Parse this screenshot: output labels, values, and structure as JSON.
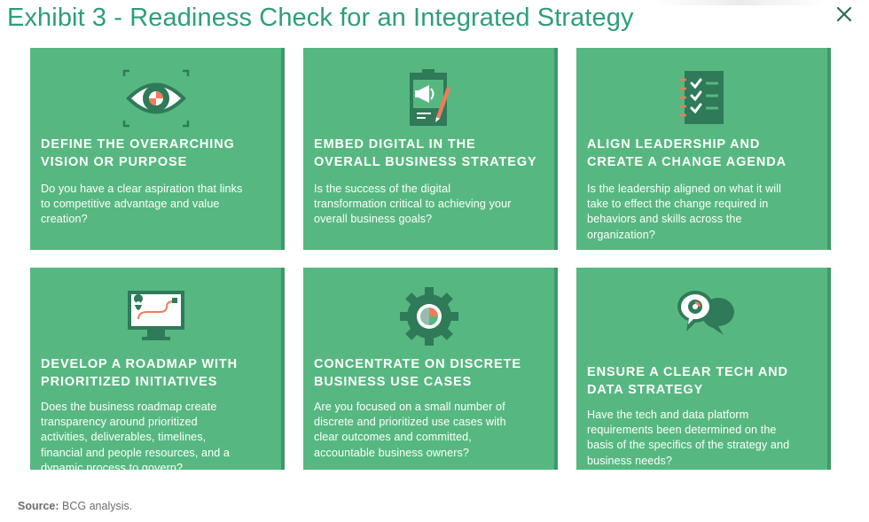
{
  "title": "Exhibit 3 - Readiness Check for an Integrated Strategy",
  "colors": {
    "title": "#2e9e7a",
    "card": "#56b880",
    "card_edge": "#3d9a66",
    "icon_dark": "#2f7a58",
    "accent": "#f07c5a"
  },
  "cards": [
    {
      "icon": "eye-icon",
      "heading_1": "DEFINE THE OVERARCHING",
      "heading_2": "VISION OR PURPOSE",
      "body_1": "Do you have a clear aspiration that links",
      "body_2": "to competitive advantage and value",
      "body_3": "creation?"
    },
    {
      "icon": "clipboard-megaphone-icon",
      "heading_1": "EMBED DIGITAL IN THE",
      "heading_2": "OVERALL BUSINESS STRATEGY",
      "body_1": "Is the success of the digital",
      "body_2": "transformation critical to achieving your",
      "body_3": "overall business goals?"
    },
    {
      "icon": "checklist-icon",
      "heading_1": "ALIGN LEADERSHIP AND",
      "heading_2": "CREATE A CHANGE AGENDA",
      "body_1": "Is the leadership aligned on what it will",
      "body_2": "take to effect the change required in",
      "body_3": "behaviors and skills across the",
      "body_4": "organization?"
    },
    {
      "icon": "roadmap-monitor-icon",
      "heading_1": "DEVELOP A ROADMAP WITH",
      "heading_2": "PRIORITIZED INITIATIVES",
      "body_1": "Does the business roadmap create",
      "body_2": "transparency around prioritized",
      "body_3": "activities, deliverables, timelines,",
      "body_4": "financial and people resources, and a",
      "body_5": "dynamic process to govern?"
    },
    {
      "icon": "gear-chart-icon",
      "heading_1": "CONCENTRATE ON DISCRETE",
      "heading_2": "BUSINESS USE CASES",
      "body_1": "Are you focused on a small number of",
      "body_2": "discrete and prioritized use cases with",
      "body_3": "clear outcomes and committed,",
      "body_4": "accountable business owners?"
    },
    {
      "icon": "chat-bubbles-icon",
      "heading_1": "ENSURE A CLEAR TECH AND",
      "heading_2": "DATA STRATEGY",
      "body_1": "Have the tech and data platform",
      "body_2": "requirements been determined on the",
      "body_3": "basis of the specifics of the strategy and",
      "body_4": "business needs?"
    }
  ],
  "source": {
    "label": "Source:",
    "text": "BCG analysis."
  }
}
